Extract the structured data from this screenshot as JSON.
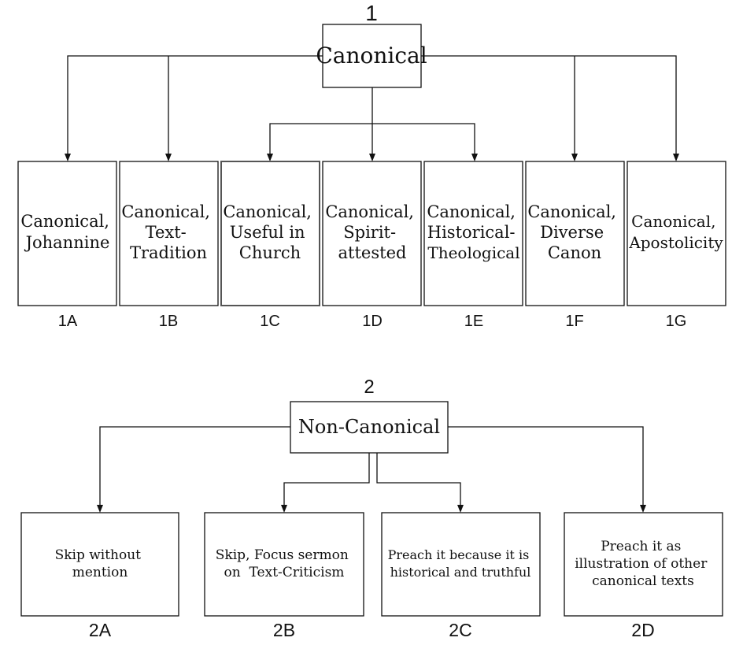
{
  "canonical": {
    "number": "1",
    "title": "Canonical",
    "children": [
      {
        "id": "1A",
        "lines": [
          "Canonical,",
          "Johannine"
        ]
      },
      {
        "id": "1B",
        "lines": [
          "Canonical,",
          "Text-",
          "Tradition"
        ]
      },
      {
        "id": "1C",
        "lines": [
          "Canonical,",
          "Useful in",
          "Church"
        ]
      },
      {
        "id": "1D",
        "lines": [
          "Canonical,",
          "Spirit-",
          "attested"
        ]
      },
      {
        "id": "1E",
        "lines": [
          "Canonical,",
          "Historical-",
          "Theological"
        ]
      },
      {
        "id": "1F",
        "lines": [
          "Canonical,",
          "Diverse",
          "Canon"
        ]
      },
      {
        "id": "1G",
        "lines": [
          "Canonical,",
          "Apostolicity"
        ]
      }
    ]
  },
  "non_canonical": {
    "number": "2",
    "title": "Non-Canonical",
    "children": [
      {
        "id": "2A",
        "lines": [
          "Skip without",
          "mention"
        ]
      },
      {
        "id": "2B",
        "lines": [
          "Skip, Focus sermon",
          "on  Text-Criticism"
        ]
      },
      {
        "id": "2C",
        "lines": [
          "Preach it because it is",
          "historical and truthful"
        ]
      },
      {
        "id": "2D",
        "lines": [
          "Preach it as",
          "illustration of other",
          "canonical texts"
        ]
      }
    ]
  }
}
